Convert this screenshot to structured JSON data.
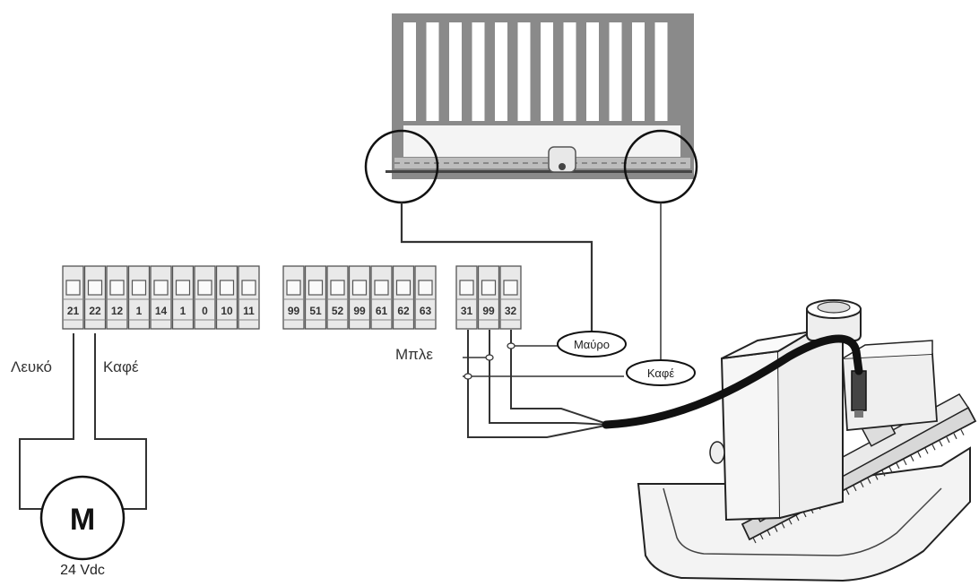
{
  "terminal_groups": [
    {
      "name": "group-a",
      "terminals": [
        "21",
        "22",
        "12",
        "1",
        "14",
        "1",
        "0",
        "10",
        "11"
      ]
    },
    {
      "name": "group-b",
      "terminals": [
        "99",
        "51",
        "52",
        "99",
        "61",
        "62",
        "63"
      ]
    },
    {
      "name": "group-c",
      "terminals": [
        "31",
        "99",
        "32"
      ]
    }
  ],
  "labels": {
    "motor_wire_left": "Λευκό",
    "motor_wire_right": "Καφέ",
    "motor_symbol": "M",
    "motor_voltage": "24 Vdc",
    "wire_blue": "Μπλε",
    "callout_black": "Μαύρο",
    "callout_brown": "Καφέ"
  }
}
